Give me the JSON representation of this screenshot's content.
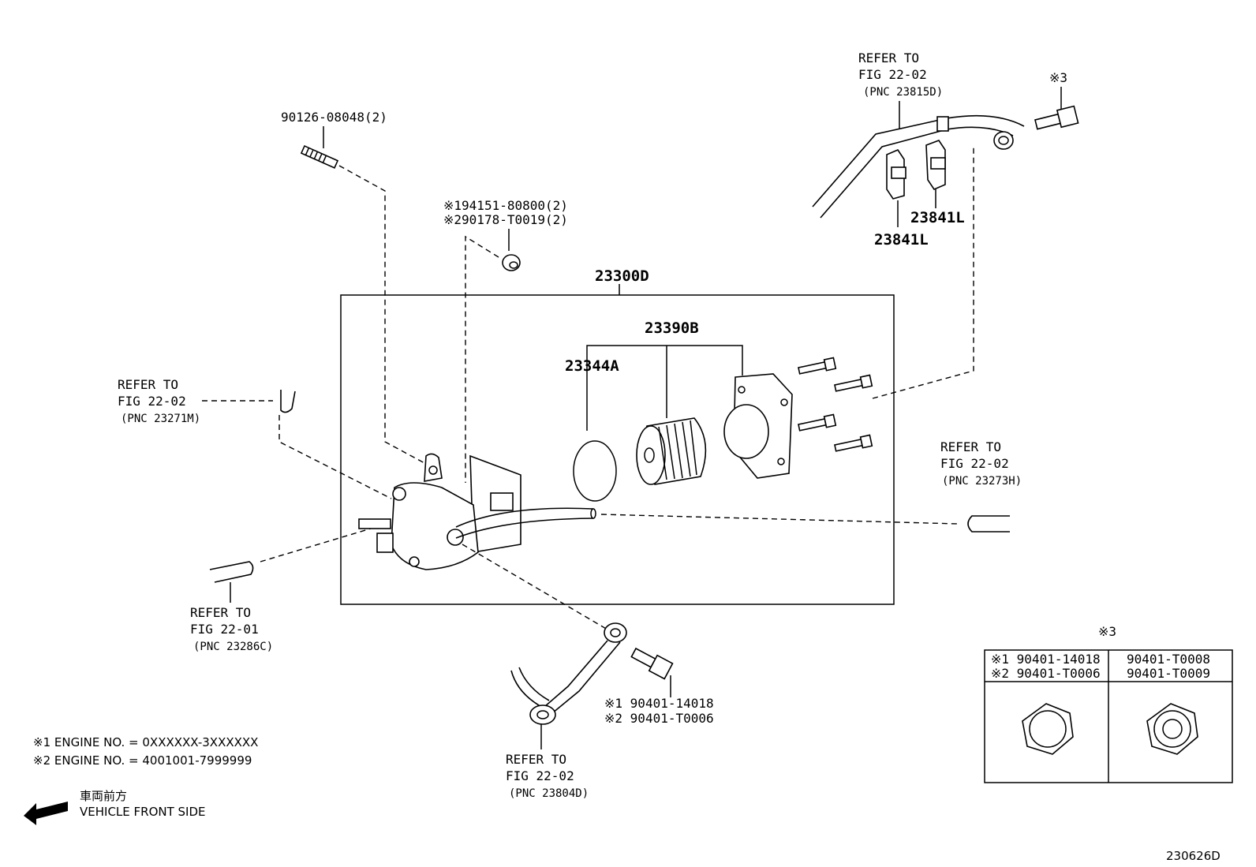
{
  "parts": {
    "stud_bolt": "90126-08048(2)",
    "nut_line1": "※194151-80800(2)",
    "nut_line2": "※290178-T0019(2)",
    "assembly": "23300D",
    "filter_element": "23390B",
    "o_ring": "23344A",
    "clamp_a": "23841L",
    "clamp_b": "23841L",
    "union_bolt_line1": "※1 90401-14018",
    "union_bolt_line2": "※2 90401-T0006",
    "ref_mark_top": "※3"
  },
  "refs": {
    "top": {
      "l1": "REFER TO",
      "l2": "FIG 22-02",
      "l3": "(PNC 23815D)"
    },
    "left": {
      "l1": "REFER TO",
      "l2": "FIG 22-02",
      "l3": "(PNC 23271M)"
    },
    "right": {
      "l1": "REFER TO",
      "l2": "FIG 22-02",
      "l3": "(PNC 23273H)"
    },
    "bottom_left": {
      "l1": "REFER TO",
      "l2": "FIG 22-01",
      "l3": "(PNC 23286C)"
    },
    "bottom_mid": {
      "l1": "REFER TO",
      "l2": "FIG 22-02",
      "l3": "(PNC 23804D)"
    }
  },
  "table": {
    "mark": "※3",
    "col1_l1": "※1 90401-14018",
    "col1_l2": "※2 90401-T0006",
    "col2_l1": "90401-T0008",
    "col2_l2": "90401-T0009"
  },
  "notes": {
    "n1": "※1 ENGINE NO. = 0XXXXXX-3XXXXXX",
    "n2": "※2 ENGINE NO. = 4001001-7999999",
    "dir_jp": "車両前方",
    "dir_en": "VEHICLE FRONT SIDE"
  },
  "figure_id": "230626D"
}
